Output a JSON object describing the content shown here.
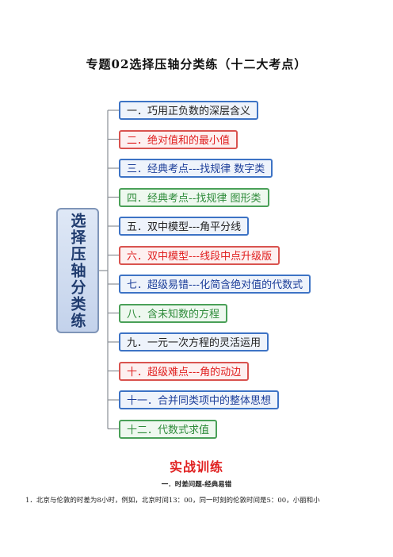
{
  "title": "专题02选择压轴分类练（十二大考点）",
  "center_label": "选择压轴分类练",
  "nodes": [
    {
      "label": "一．巧用正负数的深层含义",
      "style": "blue",
      "text": "black"
    },
    {
      "label": "二．绝对值和的最小值",
      "style": "red",
      "text": "red"
    },
    {
      "label": "三．经典考点---找规律 数字类",
      "style": "blue",
      "text": "blue"
    },
    {
      "label": "四．经典考点--找规律 图形类",
      "style": "green",
      "text": "green"
    },
    {
      "label": "五．双中模型---角平分线",
      "style": "blue",
      "text": "black"
    },
    {
      "label": "六．双中模型---线段中点升级版",
      "style": "red",
      "text": "red"
    },
    {
      "label": "七．超级易错---化简含绝对值的代数式",
      "style": "blue",
      "text": "blue"
    },
    {
      "label": "八．含未知数的方程",
      "style": "green",
      "text": "green"
    },
    {
      "label": "九．一元一次方程的灵活运用",
      "style": "blue",
      "text": "black"
    },
    {
      "label": "十．超级难点---角的动边",
      "style": "red",
      "text": "red"
    },
    {
      "label": "十一．合并同类项中的整体思想",
      "style": "blue",
      "text": "blue"
    },
    {
      "label": "十二．代数式求值",
      "style": "green",
      "text": "green"
    }
  ],
  "section_heading": "实战训练",
  "sub_heading": "一．时差问题-经典易错",
  "question_text": "1．北京与伦敦的时差为8小时，例如，北京时间13：00，同一时刻的伦敦时间是5：00，小丽和小",
  "colors": {
    "blue_border": "#3d73c5",
    "red_border": "#d9534f",
    "green_border": "#4aa058",
    "red_text": "#e02020",
    "green_text": "#2e8b3a",
    "blue_text": "#1c3e99"
  }
}
